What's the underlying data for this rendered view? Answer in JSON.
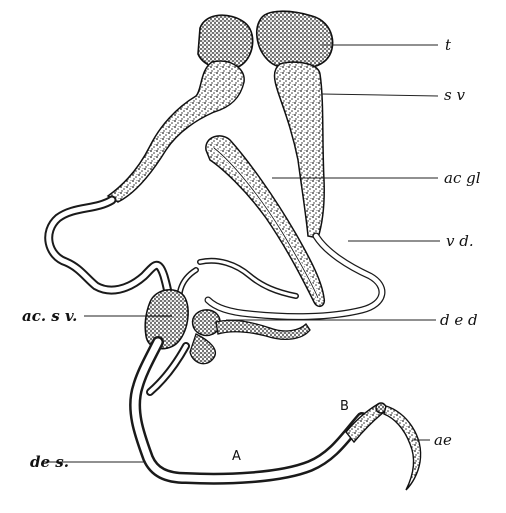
{
  "figure": {
    "labels": {
      "t": "t",
      "sv": "s v",
      "acgl": "ac gl",
      "vd": "v d.",
      "ded": "d e d",
      "acsv": "ac. s v.",
      "des": "de s.",
      "ae": "ae",
      "A": "A",
      "B": "B"
    }
  }
}
